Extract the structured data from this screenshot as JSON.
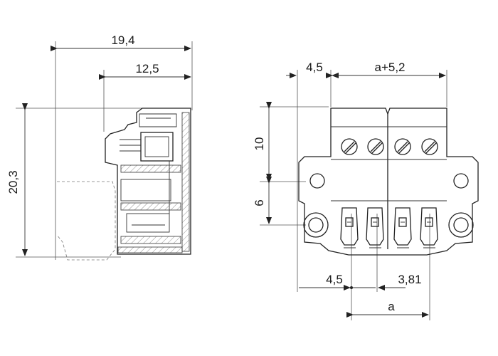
{
  "dimensions": {
    "side_width_total": "19,4",
    "side_width_inner": "12,5",
    "side_height": "20,3",
    "front_offset": "4,5",
    "front_width": "a+5,2",
    "front_upper_height": "10",
    "front_lower_height": "6",
    "pin_offset": "4,5",
    "pin_pitch": "3,81",
    "pitch_span": "a"
  },
  "colors": {
    "line": "#222222",
    "hatch": "#666666",
    "background": "#ffffff"
  }
}
